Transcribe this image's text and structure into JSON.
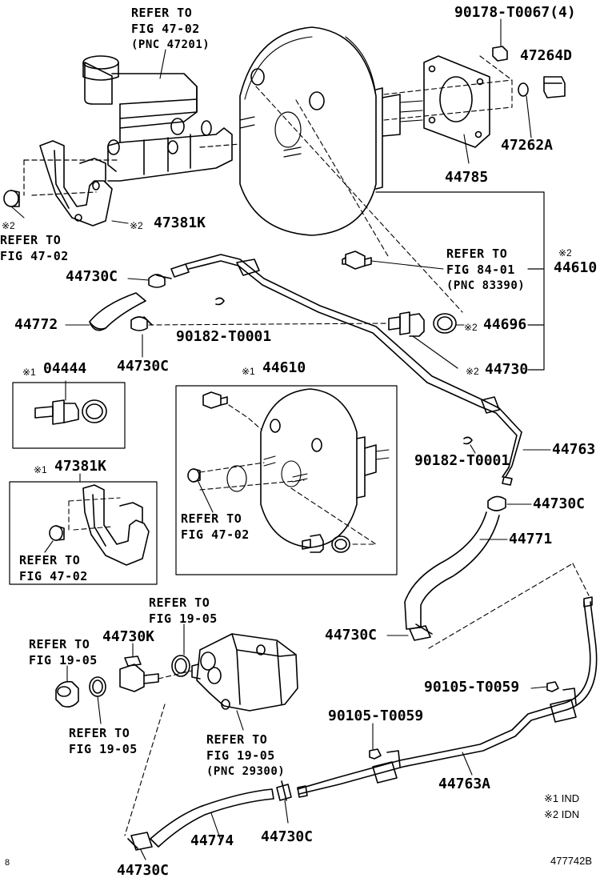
{
  "labels": {
    "ref_47_02_top": [
      "REFER TO",
      "FIG 47-02",
      "(PNC 47201)"
    ],
    "p90178": "90178-T0067(4)",
    "p47264D": "47264D",
    "p47262A": "47262A",
    "p44785": "44785",
    "mark2_left": "※2",
    "ref_47_02_left": [
      "REFER TO",
      "FIG 47-02"
    ],
    "mark2_47381K": "※2",
    "p47381K": "47381K",
    "ref_84_01": [
      "REFER TO",
      "FIG 84-01",
      "(PNC 83390)"
    ],
    "mark2_44610": "※2",
    "p44610": "44610",
    "p44730C_a": "44730C",
    "p44772": "44772",
    "p90182_a": "90182-T0001",
    "mark2_44696": "※2",
    "p44696": "44696",
    "p44730C_b": "44730C",
    "mark2_44730": "※2",
    "p44730": "44730",
    "mark1_04444": "※1",
    "p04444": "04444",
    "mark1_44610": "※1",
    "p44610_box": "44610",
    "p90182_b": "90182-T0001",
    "p44763": "44763",
    "mark1_47381K": "※1",
    "p47381K_box": "47381K",
    "ref_47_02_box1": [
      "REFER TO",
      "FIG 47-02"
    ],
    "ref_47_02_box2": [
      "REFER TO",
      "FIG 47-02"
    ],
    "p44730C_c": "44730C",
    "p44771": "44771",
    "ref_19_05_a": [
      "REFER TO",
      "FIG 19-05"
    ],
    "ref_19_05_b": [
      "REFER TO",
      "FIG 19-05"
    ],
    "p44730K": "44730K",
    "p44730C_d": "44730C",
    "ref_19_05_c": [
      "REFER TO",
      "FIG 19-05"
    ],
    "ref_19_05_d": [
      "REFER TO",
      "FIG 19-05",
      "(PNC 29300)"
    ],
    "p90105_a": "90105-T0059",
    "p90105_b": "90105-T0059",
    "p44763A": "44763A",
    "legend_ind": "※1 IND",
    "legend_idn": "※2 IDN",
    "p44774": "44774",
    "p44730C_e": "44730C",
    "p44730C_f": "44730C",
    "corner_mark": "8",
    "figure_id": "477742B"
  }
}
